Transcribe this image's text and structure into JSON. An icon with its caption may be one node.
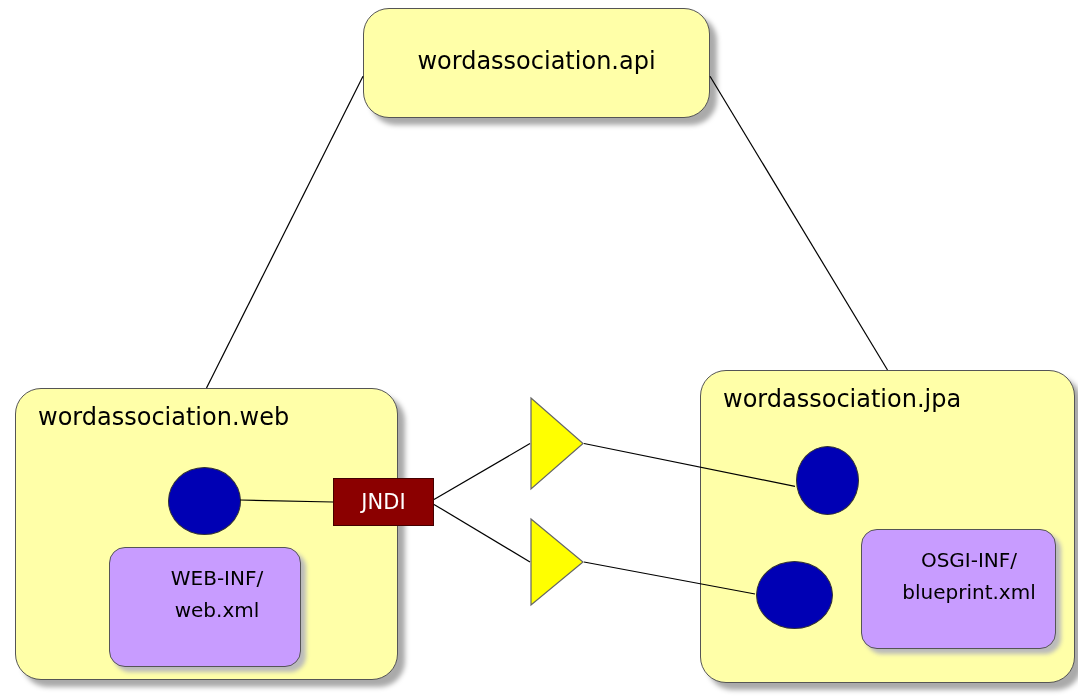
{
  "diagram": {
    "nodes": [
      {
        "text": [
          "wordassociation.api"
        ]
      },
      {
        "text": [
          "wordassociation.web"
        ]
      },
      {
        "text": [],
        "shape": "circle",
        "in": 1
      },
      {
        "text": [
          "WEB-INF/ web.xml"
        ],
        "in": 1
      },
      {
        "text": [
          "JNDI"
        ]
      },
      {
        "text": [],
        "shape": "triangle"
      },
      {
        "text": [],
        "shape": "triangle"
      },
      {
        "text": [
          "wordassociation.jpa"
        ]
      },
      {
        "text": [],
        "shape": "circle",
        "in": 7
      },
      {
        "text": [],
        "shape": "circle",
        "in": 7
      },
      {
        "text": [
          "OSGI-INF/ blueprint.xml"
        ],
        "in": 7
      }
    ],
    "edges": [
      {
        "from": 0,
        "to": 1,
        "arrow": "none"
      },
      {
        "from": 0,
        "to": 7,
        "arrow": "none"
      },
      {
        "from": 2,
        "to": 4,
        "arrow": "none"
      },
      {
        "from": 4,
        "to": 5,
        "arrow": "none"
      },
      {
        "from": 4,
        "to": 6,
        "arrow": "none"
      },
      {
        "from": 5,
        "to": 8,
        "arrow": "none"
      },
      {
        "from": 6,
        "to": 9,
        "arrow": "none"
      }
    ]
  }
}
